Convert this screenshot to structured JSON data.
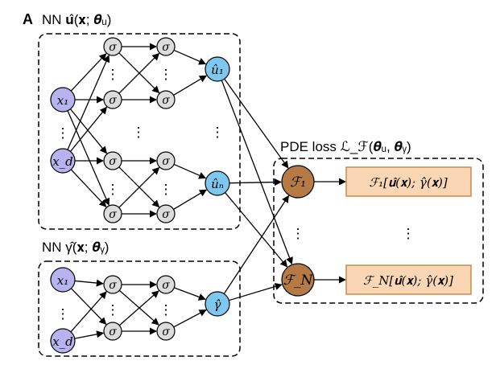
{
  "panel_letter": "A",
  "nn_u_title": "NN 𝐮̂(𝐱; 𝜽ᵤ)",
  "nn_gamma_title": "NN γ̂(𝐱; 𝜽ᵧ)",
  "pde_loss_title": "PDE loss ℒ_ℱ(𝜽ᵤ, 𝜽ᵧ)",
  "nodes": {
    "x1": "x₁",
    "xd": "x_d",
    "sigma": "σ",
    "u1": "û₁",
    "un": "ûₙ",
    "gamma_hat": "γ̂",
    "F1": "ℱ₁",
    "FN": "ℱ_N"
  },
  "outputs": {
    "F1_out": "ℱ₁[𝐮̂(𝐱); γ̂(𝐱)]",
    "FN_out": "ℱ_N[𝐮̂(𝐱); γ̂(𝐱)]"
  },
  "ellipsis": "⋮",
  "colors": {
    "input_fill": "#b7b3ee",
    "hidden_fill": "#dcdcdc",
    "output_fill": "#7ec7ef",
    "operator_fill": "#b67b45",
    "result_fill": "#fad6b4",
    "result_stroke": "#c98a4a"
  }
}
